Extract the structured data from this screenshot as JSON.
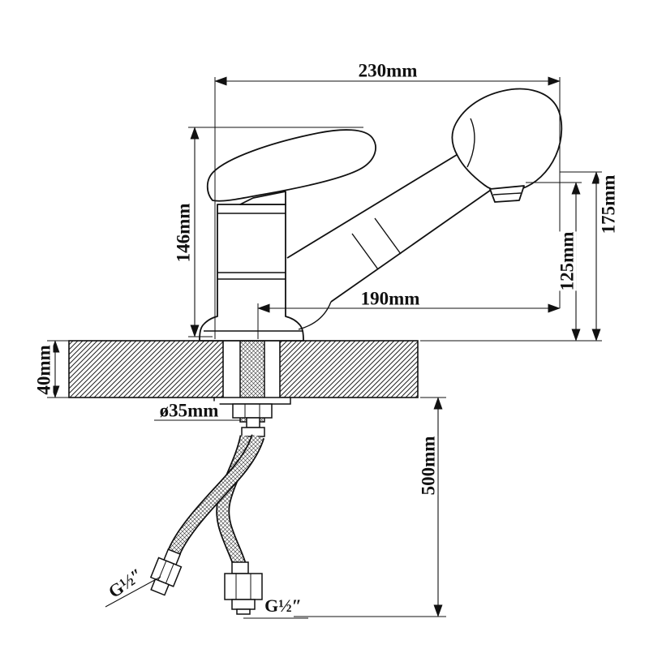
{
  "dimensions": {
    "top_width": "230mm",
    "body_height": "146mm",
    "total_height": "175mm",
    "spout_height": "125mm",
    "spout_reach": "190mm",
    "deck_thickness": "40mm",
    "hole_diameter": "ø35mm",
    "hose_length": "500mm",
    "thread_size_left": "G½″",
    "thread_size_bottom": "G½″"
  }
}
